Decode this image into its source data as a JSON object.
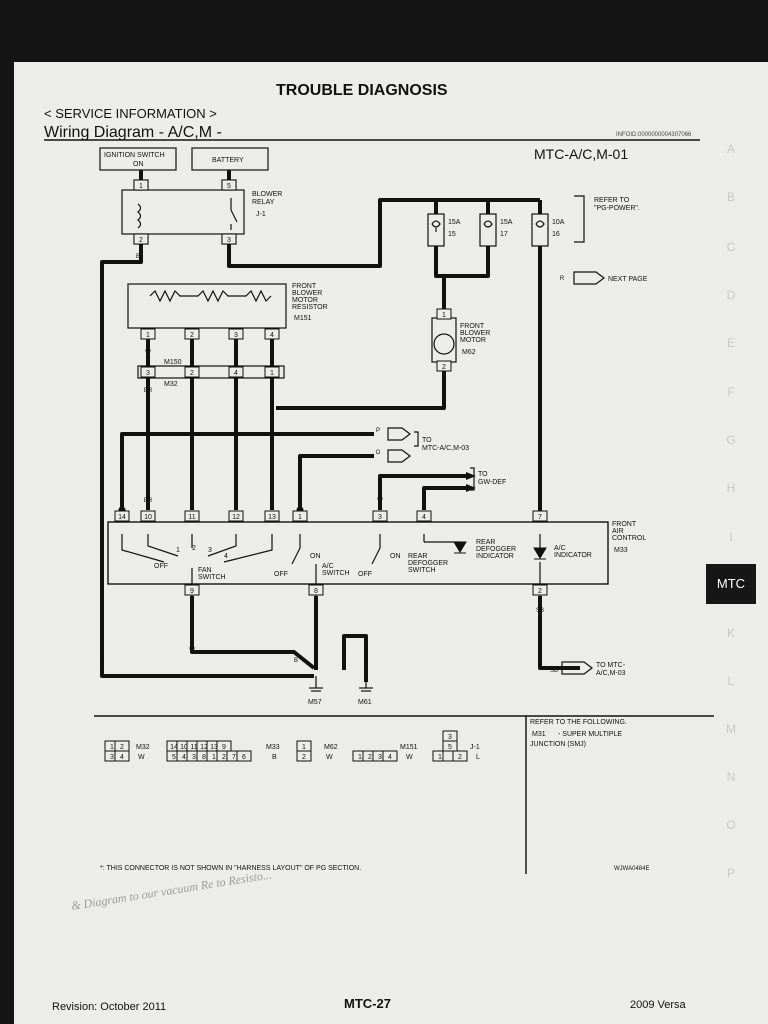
{
  "header": {
    "title": "TROUBLE DIAGNOSIS",
    "section": "< SERVICE INFORMATION >",
    "diagram_title": "Wiring Diagram - A/C,M -",
    "info_id": "INFOID:0000000004307066",
    "diagram_code": "MTC-A/C,M-01"
  },
  "labels": {
    "ignition_line1": "IGNITION SWITCH",
    "ignition_line2": "ON",
    "battery": "BATTERY",
    "blower_relay_1": "BLOWER",
    "blower_relay_2": "RELAY",
    "blower_relay_conn": "J-1",
    "refer_to_1": "REFER TO",
    "refer_to_2": "\"PG-POWER\".",
    "fuse1_amp": "15A",
    "fuse1_no": "15",
    "fuse2_amp": "15A",
    "fuse2_no": "17",
    "fuse3_amp": "10A",
    "fuse3_no": "16",
    "resistor_1": "FRONT",
    "resistor_2": "BLOWER",
    "resistor_3": "MOTOR",
    "resistor_4": "RESISTOR",
    "resistor_conn": "M151",
    "motor_1": "FRONT",
    "motor_2": "BLOWER",
    "motor_3": "MOTOR",
    "motor_conn": "M62",
    "next_page": "NEXT PAGE",
    "to_mtc03_1": "TO",
    "to_mtc03_2": "MTC-A/C,M-03",
    "to_gwdef_1": "TO",
    "to_gwdef_2": "GW-DEF",
    "front_ac_1": "FRONT",
    "front_ac_2": "AIR",
    "front_ac_3": "CONTROL",
    "front_ac_conn": "M33",
    "fan_switch_1": "FAN",
    "fan_switch_2": "SWITCH",
    "off": "OFF",
    "on": "ON",
    "ac_switch": "A/C",
    "switch": "SWITCH",
    "rear_1": "REAR",
    "rear_2": "DEFOGGER",
    "rear_3": "SWITCH",
    "rear_ind_1": "REAR",
    "rear_ind_2": "DEFOGGER",
    "rear_ind_3": "INDICATOR",
    "ac_ind_1": "A/C",
    "ac_ind_2": "INDICATOR",
    "to_mtc03b_1": "TO MTC-",
    "to_mtc03b_2": "A/C,M-03",
    "m57": "M57",
    "m61": "M61",
    "m150": "M150",
    "m32": "M32",
    "m33": "M33",
    "m62": "M62",
    "m151": "M151",
    "j1": "J-1",
    "m31": "M31",
    "w": "W",
    "b": "B",
    "l": "L",
    "refer_following": "REFER TO THE FOLLOWING.",
    "smj_1": "- SUPER MULTIPLE",
    "smj_2": "JUNCTION (SMJ)",
    "footnote": "*: THIS CONNECTOR IS NOT SHOWN IN \"HARNESS LAYOUT\" OF PG SECTION.",
    "fig_code": "WJWA0484E"
  },
  "wire_colors": {
    "relay_in": "B",
    "resistor_ground": "B",
    "fuse_y1": "Y",
    "fuse_y2": "Y",
    "fuse_y3": "Y",
    "fuse_r": "R",
    "fuse_r2": "R",
    "motor_out": "L",
    "res_pins": [
      "W",
      "R",
      "Y",
      "L"
    ],
    "br": "BR",
    "r": "R",
    "y": "Y",
    "l": "L",
    "p": "P",
    "o": "O",
    "pin3_w": "W",
    "pin4_r": "R",
    "pin7_r": "R",
    "sb": "SB",
    "gnd_b": "B"
  },
  "connector_pins": {
    "relay": [
      "1",
      "5",
      "2",
      "3"
    ],
    "resistor": [
      "1",
      "2",
      "3",
      "4"
    ],
    "m150": [
      "3",
      "2",
      "4",
      "1"
    ],
    "motor": [
      "1",
      "2"
    ],
    "ac": [
      "14",
      "10",
      "11",
      "12",
      "13",
      "1",
      "3",
      "4",
      "7",
      "9",
      "8",
      "2"
    ],
    "fan_positions": [
      "1",
      "2",
      "3",
      "4"
    ],
    "cell_m32_top": [
      "1",
      "2"
    ],
    "cell_m32_bot": [
      "3",
      "4"
    ],
    "cell_m33_top": [
      "14",
      "10",
      "11",
      "12",
      "13",
      "9"
    ],
    "cell_m33_bot": [
      "5",
      "4",
      "3",
      "8",
      "1",
      "2",
      "7",
      "6"
    ],
    "cell_m62_top": [
      "1"
    ],
    "cell_m62_bot": [
      "2"
    ],
    "cell_m151": [
      "1",
      "2",
      "3",
      "4"
    ],
    "cell_j1": [
      "3",
      "5",
      "1",
      "2"
    ]
  },
  "tabs": [
    "A",
    "B",
    "C",
    "D",
    "E",
    "F",
    "G",
    "H",
    "I",
    "MTC",
    "K",
    "L",
    "M",
    "N",
    "O",
    "P"
  ],
  "active_tab": "MTC",
  "footer": {
    "revision": "Revision: October 2011",
    "page": "MTC-27",
    "model": "2009 Versa"
  },
  "handwriting": "& Diagram to our vacuum Re to Resisto..."
}
